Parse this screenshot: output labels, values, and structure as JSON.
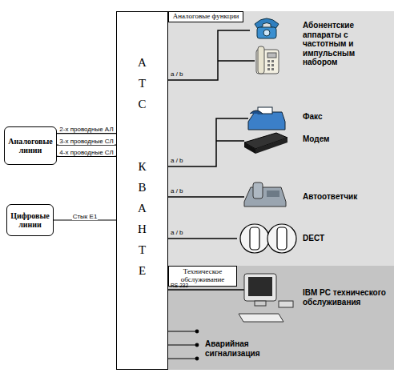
{
  "diagram": {
    "nodes": [
      {
        "text": [
          "АТС",
          "КВАНТЕ"
        ]
      },
      {
        "text": [
          "Аналоговые линии"
        ]
      },
      {
        "text": [
          "Цифровые линии"
        ]
      },
      {
        "text": [
          "Аналоговые функции"
        ]
      },
      {
        "text": [
          "Техническое обслуживание"
        ]
      }
    ],
    "edges": [
      {
        "from": 1,
        "to": 0,
        "label": "2-х проводные АЛ",
        "arrow": "none"
      },
      {
        "from": 1,
        "to": 0,
        "label": "3-х проводные СЛ",
        "arrow": "none"
      },
      {
        "from": 1,
        "to": 0,
        "label": "4-х проводные СЛ",
        "arrow": "none"
      },
      {
        "from": 2,
        "to": 0,
        "label": "Стык E1",
        "arrow": "none"
      }
    ],
    "labels": [
      "a / b",
      "Абонентские аппараты с частотным и импульсным набором",
      "a / b",
      "Факс",
      "Модем",
      "a / b",
      "Автоответчик",
      "a / b",
      "DECT",
      "RS-232",
      "IBM PC технического обслуживания",
      "Аварийная сигнализация"
    ]
  }
}
